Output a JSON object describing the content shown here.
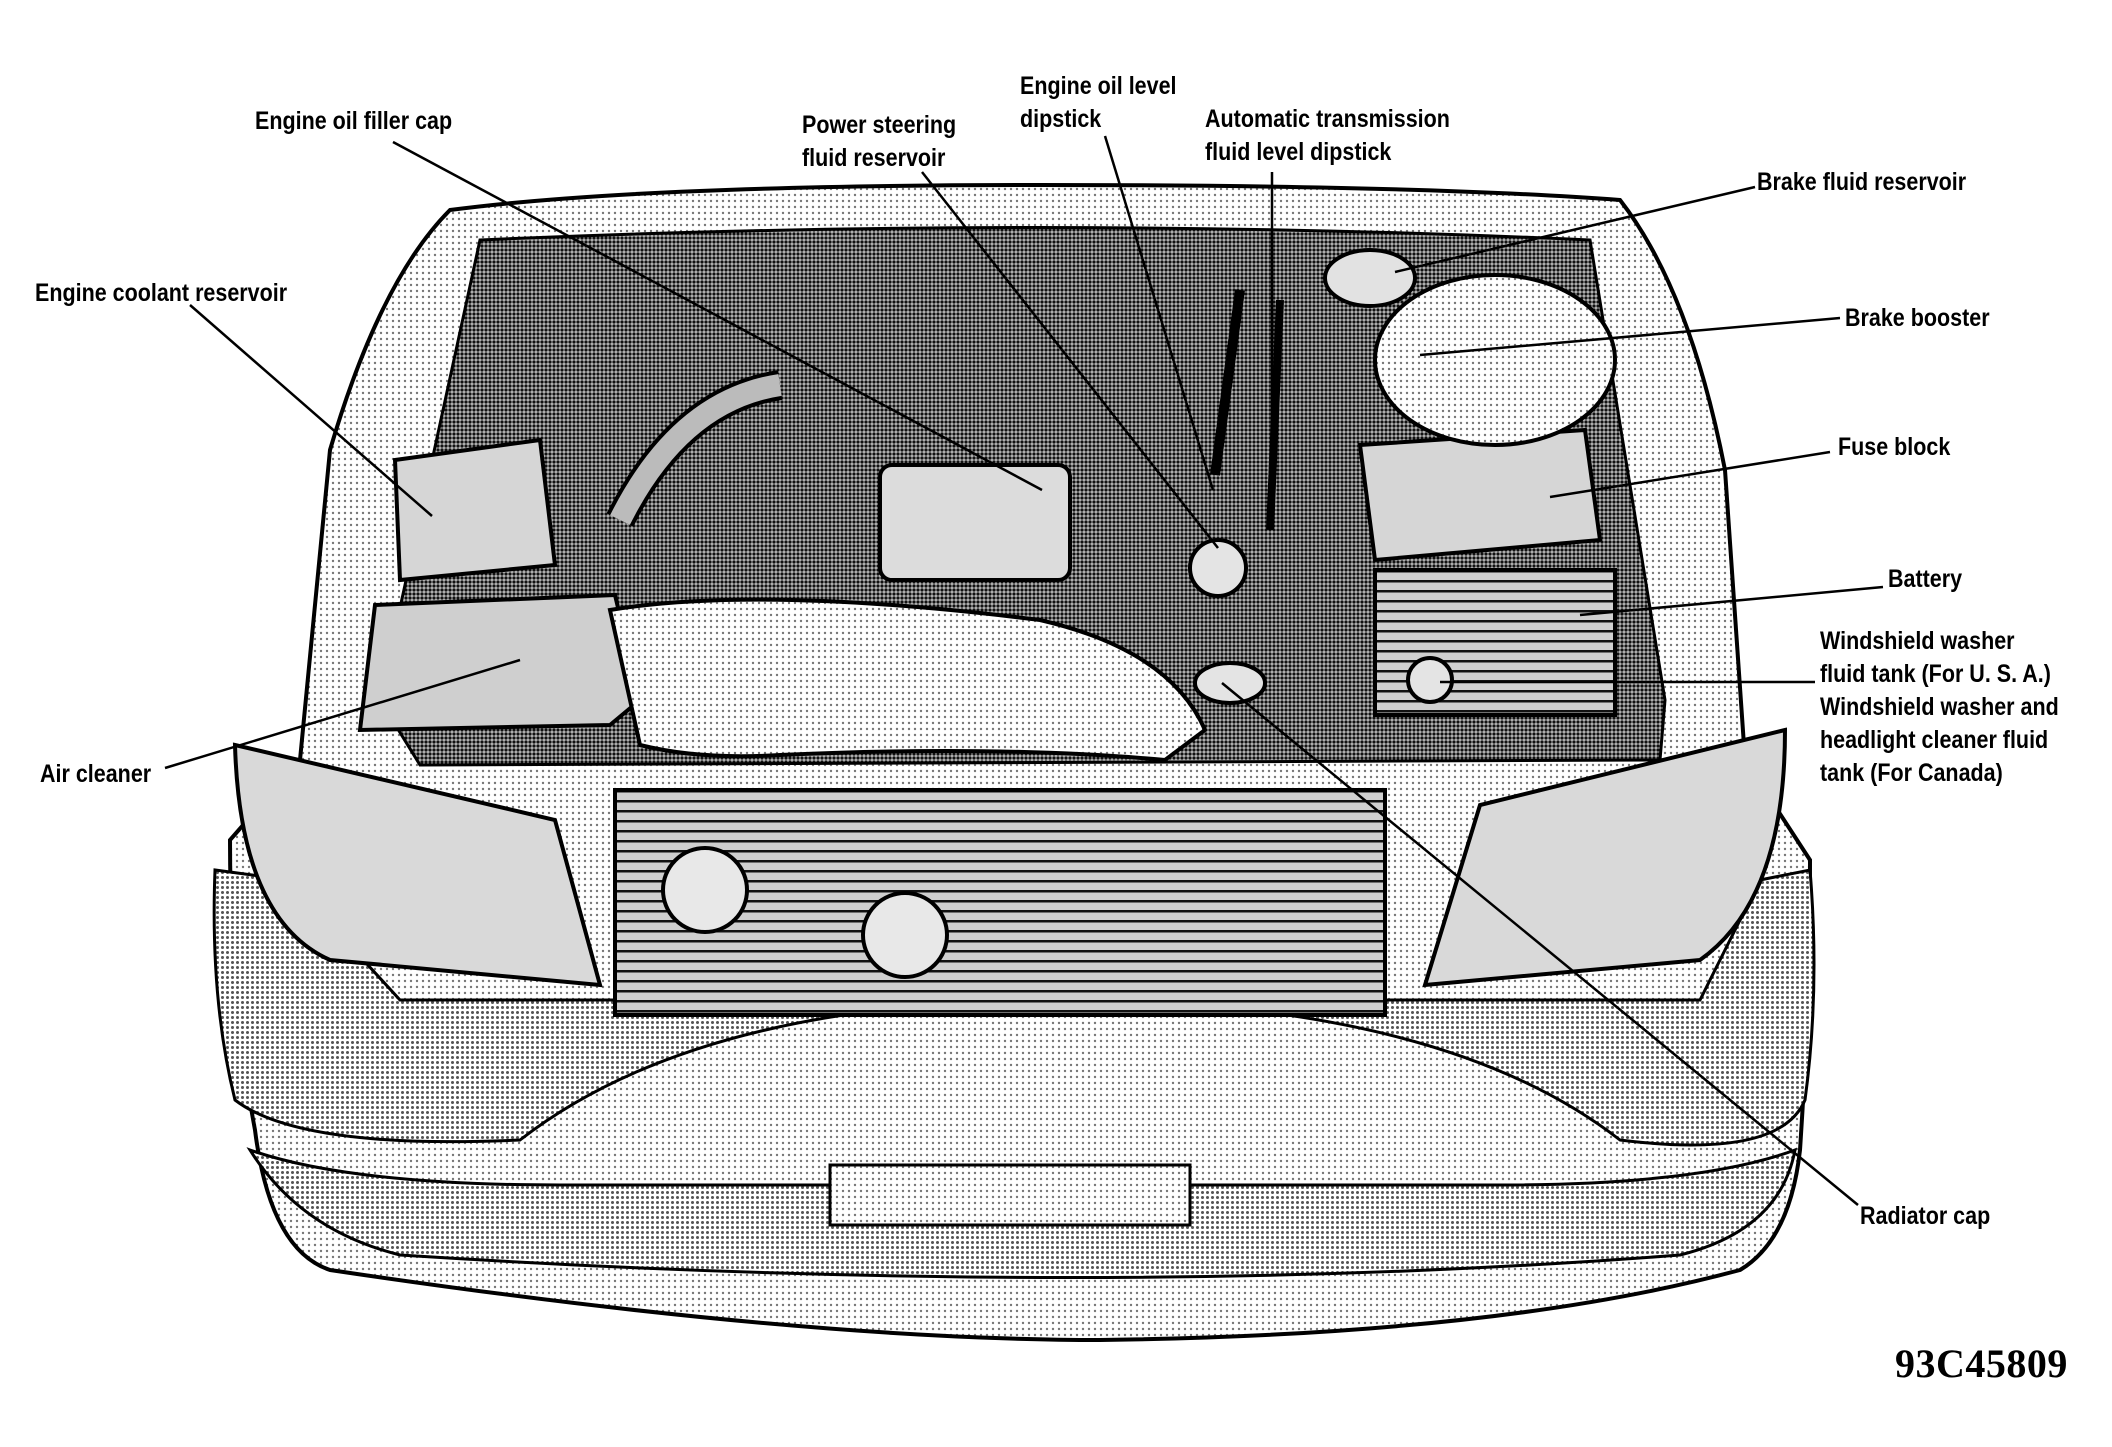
{
  "labels": {
    "engine_oil_filler_cap": "Engine oil filler cap",
    "power_steering_line1": "Power steering",
    "power_steering_line2": "fluid reservoir",
    "engine_oil_level_line1": "Engine oil level",
    "engine_oil_level_line2": "dipstick",
    "automatic_trans_line1": "Automatic transmission",
    "automatic_trans_line2": "fluid level dipstick",
    "brake_fluid_reservoir": "Brake fluid reservoir",
    "engine_coolant_reservoir": "Engine coolant reservoir",
    "brake_booster": "Brake booster",
    "fuse_block": "Fuse block",
    "battery": "Battery",
    "washer_line1": "Windshield washer",
    "washer_line2": "fluid tank (For U. S. A.)",
    "washer_line3": "Windshield washer and",
    "washer_line4": "headlight cleaner fluid",
    "washer_line5": "tank (For Canada)",
    "air_cleaner": "Air cleaner",
    "radiator_cap": "Radiator cap"
  },
  "figure_code": "93C45809",
  "colors": {
    "ink": "#000000",
    "paper": "#ffffff",
    "halftone": "#8a8a8a"
  }
}
